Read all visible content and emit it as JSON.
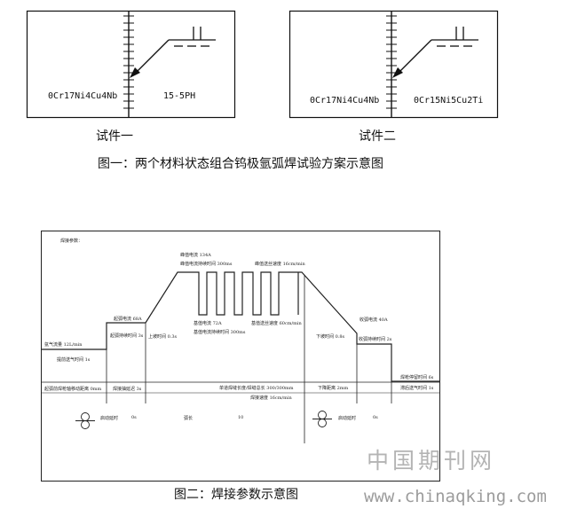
{
  "figure1": {
    "specimen1": {
      "left_material": "0Cr17Ni4Cu4Nb",
      "right_material": "15-5PH",
      "caption": "试件一"
    },
    "specimen2": {
      "left_material": "0Cr17Ni4Cu4Nb",
      "right_material": "0Cr15Ni5Cu2Ti",
      "caption": "试件二"
    },
    "caption": "图一：两个材料状态组合钨极氩弧焊试验方案示意图"
  },
  "figure2": {
    "panel_title": "焊接参数：",
    "labels": {
      "peak_current": "峰值电流 134A",
      "peak_time": "峰值电流持续时间 300ms",
      "peak_feed": "峰值送丝速度 16cm/min",
      "arc_start_current": "起弧电流 68A",
      "base_current": "基值电流 72A",
      "base_time": "基值电流持续时间 300ms",
      "base_feed": "基值送丝速度 60cm/min",
      "arc_end_current": "收弧电流 40A",
      "gas_flow": "氩气流量 12L/min",
      "arc_start_time": "起弧持续时间 3s",
      "up_slope": "上坡时间 0.3s",
      "down_slope": "下坡时间 0.8s",
      "arc_end_time": "收弧持续时间 2s",
      "pre_gas": "提前送气时间 1s",
      "torch_stay": "焊枪停留时间 6s",
      "post_gas": "滞后送气时间 1s",
      "start_distance": "起弧前焊枪轴移动距离 0mm",
      "weld_delay": "焊接抽延迟 3s",
      "weld_length": "单道焊缝长度/焊缝总长 300/300mm",
      "weld_speed": "焊接速度 16cm/min",
      "down_distance": "下降距离 2mm",
      "start_delay_1": "启动延时",
      "start_delay_1_value": "0s",
      "arc_length": "弧长",
      "arc_length_value": "10",
      "start_delay_2": "启动延时",
      "start_delay_2_value": "0s"
    },
    "caption": "图二：焊接参数示意图"
  },
  "watermark": {
    "cn": "中国期刊网",
    "url": "www.chinaqking.com"
  }
}
